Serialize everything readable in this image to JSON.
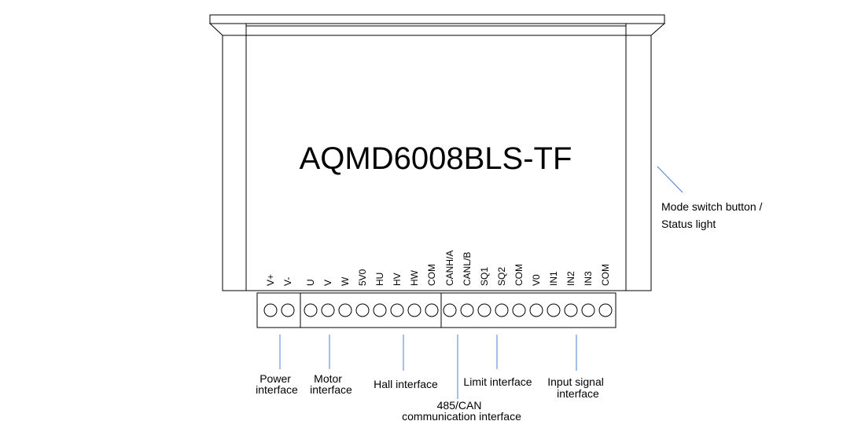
{
  "model": "AQMD6008BLS-TF",
  "side_label": [
    "Mode switch button /",
    "Status light"
  ],
  "pin_groups": [
    {
      "pins": [
        "V+",
        "V-"
      ]
    },
    {
      "pins": [
        "U",
        "V",
        "W",
        "5V0",
        "HU",
        "HV",
        "HW",
        "COM"
      ]
    },
    {
      "pins": [
        "CANH/A",
        "CANL/B",
        "SQ1",
        "SQ2",
        "COM",
        "V0",
        "IN1",
        "IN2",
        "IN3",
        "COM"
      ]
    }
  ],
  "interfaces": [
    {
      "id": "power",
      "lines": [
        "Power",
        "interface"
      ]
    },
    {
      "id": "motor",
      "lines": [
        "Motor",
        "interface"
      ]
    },
    {
      "id": "hall",
      "lines": [
        "Hall interface"
      ]
    },
    {
      "id": "comm",
      "lines": [
        "485/CAN",
        "communication interface"
      ]
    },
    {
      "id": "limit",
      "lines": [
        "Limit interface"
      ]
    },
    {
      "id": "input",
      "lines": [
        "Input signal",
        "interface"
      ]
    }
  ],
  "colors": {
    "outline": "#000000",
    "leader": "#4a7fd8"
  }
}
